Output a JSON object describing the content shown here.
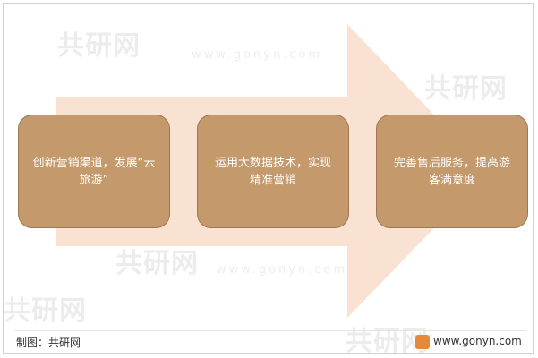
{
  "watermark": {
    "name": "共研网",
    "url": "www.gonyn.com"
  },
  "steps": [
    {
      "label": "创新营销渠道，发展“云旅游”"
    },
    {
      "label": "运用大数据技术，实现精准营销"
    },
    {
      "label": "完善售后服务，提高游客满意度"
    }
  ],
  "footer": {
    "source": "制图：共研网",
    "website": "www.gonyn.com"
  },
  "colors": {
    "arrow": "#f9dfcd",
    "box_fill": "#c4996c",
    "box_border": "#9c7750",
    "box_text": "#ffffff"
  }
}
